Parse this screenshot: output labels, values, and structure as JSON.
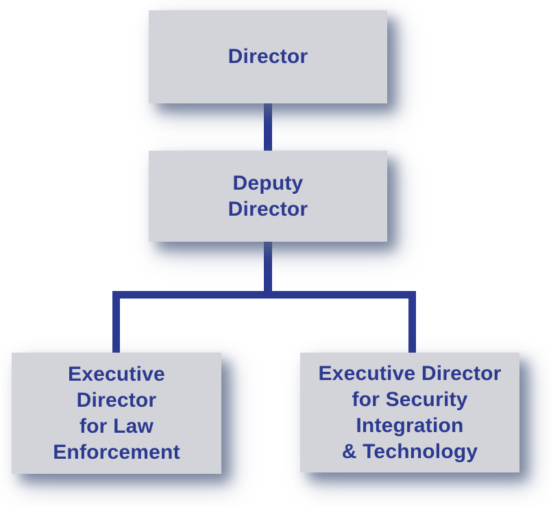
{
  "chart": {
    "type": "org-chart",
    "nodes": {
      "director": {
        "label": "Director"
      },
      "deputy": {
        "label": "Deputy\nDirector"
      },
      "law": {
        "label": "Executive\nDirector\nfor Law\nEnforcement"
      },
      "security": {
        "label": "Executive Director\nfor Security\nIntegration\n& Technology"
      }
    },
    "edges": [
      {
        "from": "Director",
        "to": "Deputy Director"
      },
      {
        "from": "Deputy Director",
        "to": "Executive Director for Law Enforcement"
      },
      {
        "from": "Deputy Director",
        "to": "Executive Director for Security Integration & Technology"
      }
    ],
    "colors": {
      "background": "#ffffff",
      "box_fill": "#d3d4d9",
      "text": "#2b3990",
      "connector": "#2b3990",
      "shadow": "rgba(88,102,136,0.7)"
    }
  }
}
